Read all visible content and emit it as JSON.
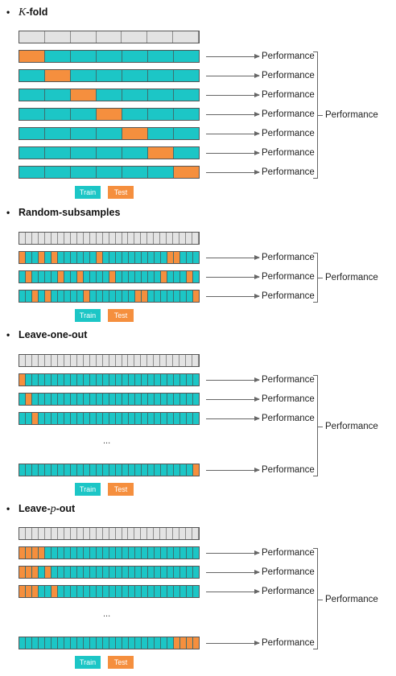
{
  "legend": {
    "train": "Train",
    "test": "Test"
  },
  "performance_label": "Performance",
  "ellipsis": "...",
  "colors": {
    "train": "#1cc6c6",
    "test": "#f58f3e",
    "grey": "#e3e3e3"
  },
  "sections": [
    {
      "id": "kfold",
      "title_math": "K",
      "title_text": "-fold",
      "cells": 7,
      "rows": [
        [
          0
        ],
        [
          1
        ],
        [
          2
        ],
        [
          3
        ],
        [
          4
        ],
        [
          5
        ],
        [
          6
        ]
      ],
      "ellipsis_before_last": false
    },
    {
      "id": "random",
      "title_math": "",
      "title_text": "Random-subsamples",
      "cells": 28,
      "rows": [
        [
          0,
          3,
          5,
          12,
          23,
          24
        ],
        [
          1,
          6,
          9,
          14,
          22,
          26
        ],
        [
          2,
          4,
          10,
          18,
          19,
          27
        ]
      ],
      "ellipsis_before_last": false
    },
    {
      "id": "loo",
      "title_math": "",
      "title_text": "Leave-one-out",
      "cells": 28,
      "rows": [
        [
          0
        ],
        [
          1
        ],
        [
          2
        ],
        [
          27
        ]
      ],
      "ellipsis_before_last": true
    },
    {
      "id": "lpo",
      "title_text_pre": "Leave-",
      "title_math": "p",
      "title_text": "-out",
      "cells": 28,
      "rows": [
        [
          0,
          1,
          2,
          3
        ],
        [
          0,
          1,
          2,
          4
        ],
        [
          0,
          1,
          2,
          5
        ],
        [
          24,
          25,
          26,
          27
        ]
      ],
      "ellipsis_before_last": true
    }
  ]
}
